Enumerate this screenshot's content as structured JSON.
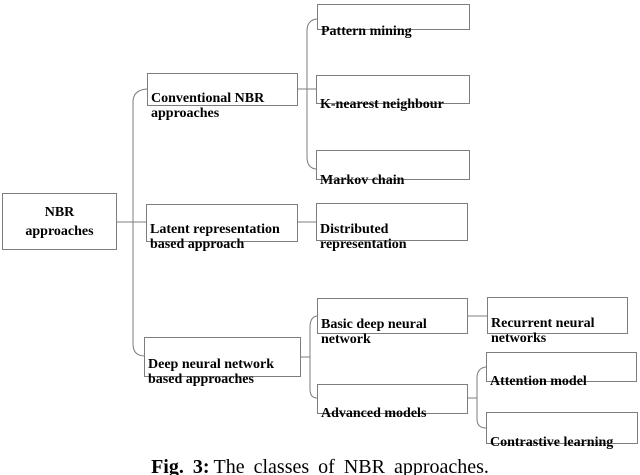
{
  "figure": {
    "caption_prefix": "Fig. 3:",
    "caption_text": "The classes of NBR approaches.",
    "colors": {
      "background": "#ffffff",
      "box_border": "#7d7d7d",
      "connector_line": "#7d7d7d",
      "text": "#000000"
    },
    "nodes": {
      "root": "NBR\napproaches",
      "conventional": "Conventional NBR\napproaches",
      "latent": "Latent representation\nbased approach",
      "deep": "Deep neural network\nbased approaches",
      "pattern": "Pattern mining",
      "knn": "K-nearest neighbour",
      "markov": "Markov chain",
      "distributed": "Distributed\nrepresentation",
      "basic": "Basic deep neural\nnetwork",
      "advanced": "Advanced models",
      "rnn": "Recurrent neural\nnetworks",
      "attention": "Attention model",
      "contrastive": "Contrastive learning"
    },
    "hierarchy": {
      "label": "NBR approaches",
      "children": [
        {
          "label": "Conventional NBR approaches",
          "children": [
            {
              "label": "Pattern mining"
            },
            {
              "label": "K-nearest neighbour"
            },
            {
              "label": "Markov chain"
            }
          ]
        },
        {
          "label": "Latent representation based approach",
          "children": [
            {
              "label": "Distributed representation"
            }
          ]
        },
        {
          "label": "Deep neural network based approaches",
          "children": [
            {
              "label": "Basic deep neural network",
              "children": [
                {
                  "label": "Recurrent neural networks"
                }
              ]
            },
            {
              "label": "Advanced models",
              "children": [
                {
                  "label": "Attention model"
                },
                {
                  "label": "Contrastive learning"
                }
              ]
            }
          ]
        }
      ]
    }
  }
}
